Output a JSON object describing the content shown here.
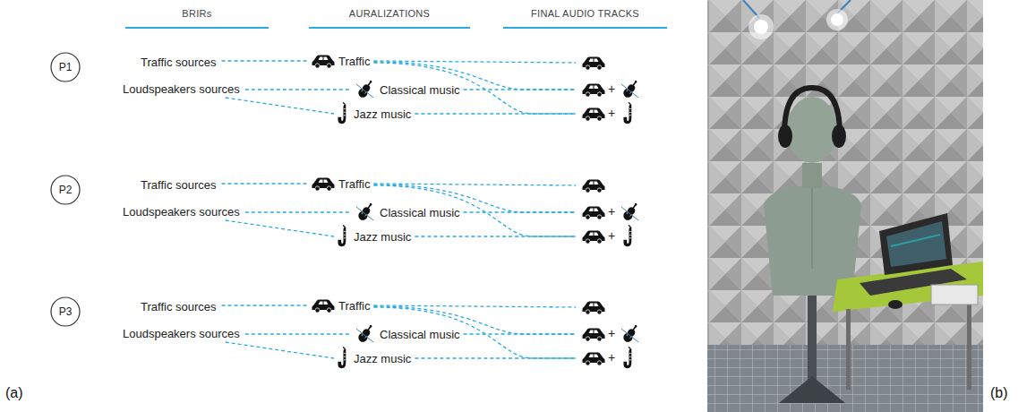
{
  "diagram": {
    "nodes": [
      {
        "text": [
          "P1"
        ]
      },
      {
        "text": [
          "Traffic sources"
        ]
      },
      {
        "text": [
          "Loudspeakers sources"
        ]
      },
      {
        "text": [
          "Traffic"
        ]
      },
      {
        "text": [
          "Classical music"
        ]
      },
      {
        "text": [
          "Jazz music"
        ]
      },
      {
        "text": [
          "P2"
        ]
      },
      {
        "text": [
          "Traffic sources"
        ]
      },
      {
        "text": [
          "Loudspeakers sources"
        ]
      },
      {
        "text": [
          "Traffic"
        ]
      },
      {
        "text": [
          "Classical music"
        ]
      },
      {
        "text": [
          "Jazz music"
        ]
      },
      {
        "text": [
          "P3"
        ]
      },
      {
        "text": [
          "Traffic sources"
        ]
      },
      {
        "text": [
          "Loudspeakers sources"
        ]
      },
      {
        "text": [
          "Traffic"
        ]
      },
      {
        "text": [
          "Classical music"
        ]
      },
      {
        "text": [
          "Jazz music"
        ]
      }
    ],
    "edges": [
      {
        "from": 1,
        "to": 3,
        "arrow": "none"
      },
      {
        "from": 2,
        "to": 4,
        "arrow": "none"
      },
      {
        "from": 2,
        "to": 5,
        "arrow": "none"
      },
      {
        "from": 7,
        "to": 9,
        "arrow": "none"
      },
      {
        "from": 8,
        "to": 10,
        "arrow": "none"
      },
      {
        "from": 8,
        "to": 11,
        "arrow": "none"
      },
      {
        "from": 13,
        "to": 15,
        "arrow": "none"
      },
      {
        "from": 14,
        "to": 16,
        "arrow": "none"
      },
      {
        "from": 14,
        "to": 17,
        "arrow": "none"
      }
    ],
    "labels": [
      "BRIRs",
      "AURALIZATIONS",
      "FINAL AUDIO TRACKS",
      "+",
      "+",
      "+",
      "+",
      "+",
      "+",
      "(a)",
      "(b)"
    ]
  }
}
